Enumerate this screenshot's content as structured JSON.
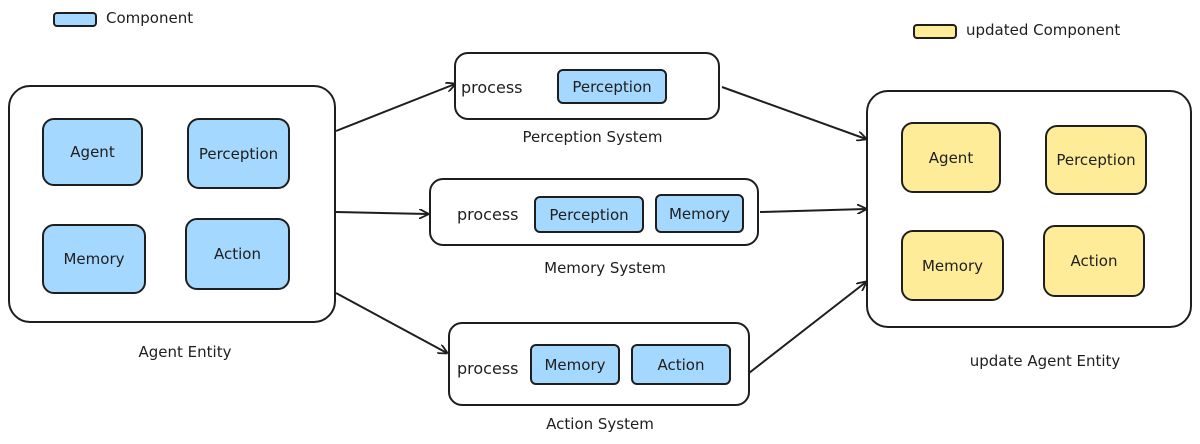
{
  "legend": {
    "component": "Component",
    "updated_component": "updated Component"
  },
  "colors": {
    "component": "#a5d8ff",
    "updated_component": "#ffec99",
    "stroke": "#1e1e1e"
  },
  "agent_entity": {
    "label": "Agent Entity",
    "components": [
      "Agent",
      "Perception",
      "Memory",
      "Action"
    ]
  },
  "systems": {
    "perception": {
      "process": "process",
      "components": [
        "Perception"
      ],
      "label": "Perception System"
    },
    "memory": {
      "process": "process",
      "components": [
        "Perception",
        "Memory"
      ],
      "label": "Memory System"
    },
    "action": {
      "process": "process",
      "components": [
        "Memory",
        "Action"
      ],
      "label": "Action System"
    }
  },
  "updated_entity": {
    "label": "update Agent Entity",
    "components": [
      "Agent",
      "Perception",
      "Memory",
      "Action"
    ]
  }
}
